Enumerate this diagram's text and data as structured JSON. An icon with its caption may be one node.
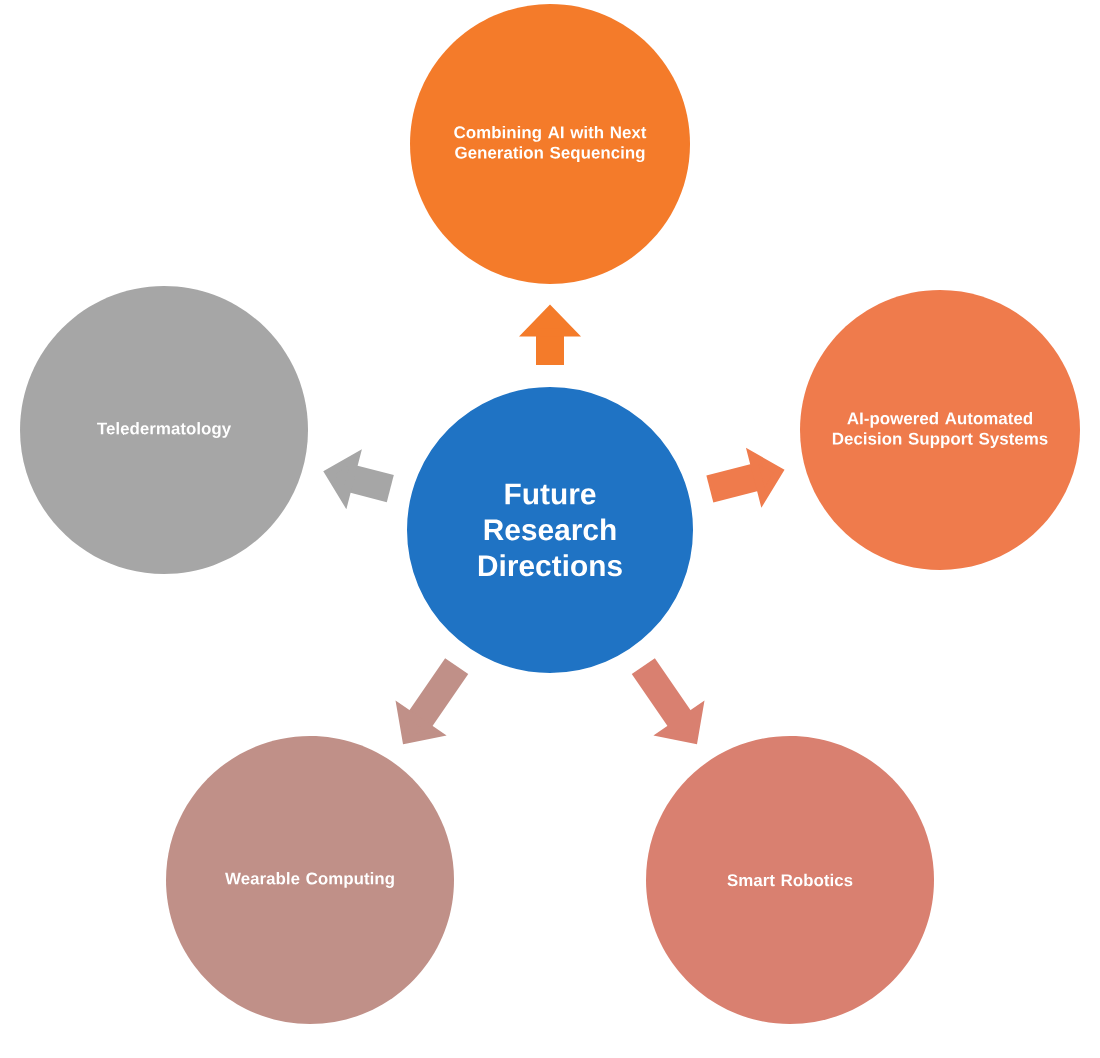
{
  "diagram": {
    "nodes": [
      {
        "text": [
          "Future Research Directions"
        ]
      },
      {
        "text": [
          "Combining AI with Next Generation Sequencing"
        ]
      },
      {
        "text": [
          "AI-powered Automated Decision Support Systems"
        ]
      },
      {
        "text": [
          "Smart Robotics"
        ]
      },
      {
        "text": [
          "Wearable Computing"
        ]
      },
      {
        "text": [
          "Teledermatology"
        ]
      }
    ],
    "edges": [
      {
        "from": 0,
        "to": 1,
        "arrow": "to",
        "color": "#f47b2a"
      },
      {
        "from": 0,
        "to": 2,
        "arrow": "to",
        "color": "#ef7b4c"
      },
      {
        "from": 0,
        "to": 3,
        "arrow": "to",
        "color": "#d98070"
      },
      {
        "from": 0,
        "to": 4,
        "arrow": "to",
        "color": "#c09088"
      },
      {
        "from": 0,
        "to": 5,
        "arrow": "to",
        "color": "#a6a6a6"
      }
    ]
  }
}
